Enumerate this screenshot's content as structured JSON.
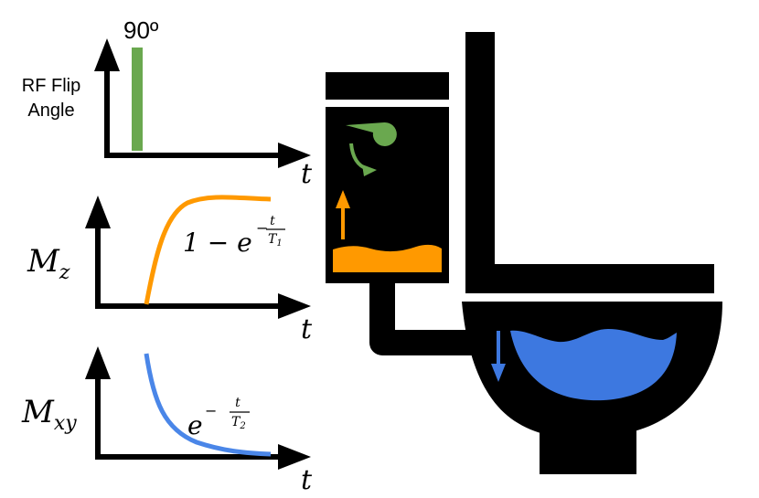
{
  "rf_panel": {
    "ylabel_line1": "RF Flip",
    "ylabel_line2": "Angle",
    "pulse_label": "90º",
    "xlabel": "t"
  },
  "mz_panel": {
    "ylabel_base": "M",
    "ylabel_sub": "z",
    "formula_prefix": "1 − e",
    "exp_minus": "−",
    "exp_num": "t",
    "exp_den_base": "T",
    "exp_den_sub": "1",
    "xlabel": "t"
  },
  "mxy_panel": {
    "ylabel_base": "M",
    "ylabel_sub": "xy",
    "formula_prefix": "e",
    "exp_minus": "−",
    "exp_num": "t",
    "exp_den_base": "T",
    "exp_den_sub": "2",
    "xlabel": "t"
  },
  "colors": {
    "rf_pulse": "#6aa84f",
    "mz_curve": "#ff9900",
    "mxy_curve": "#4a86e8",
    "toilet": "#000000",
    "tank_water": "#ff9900",
    "bowl_water": "#3d78e0",
    "float_valve": "#6aa84f"
  }
}
